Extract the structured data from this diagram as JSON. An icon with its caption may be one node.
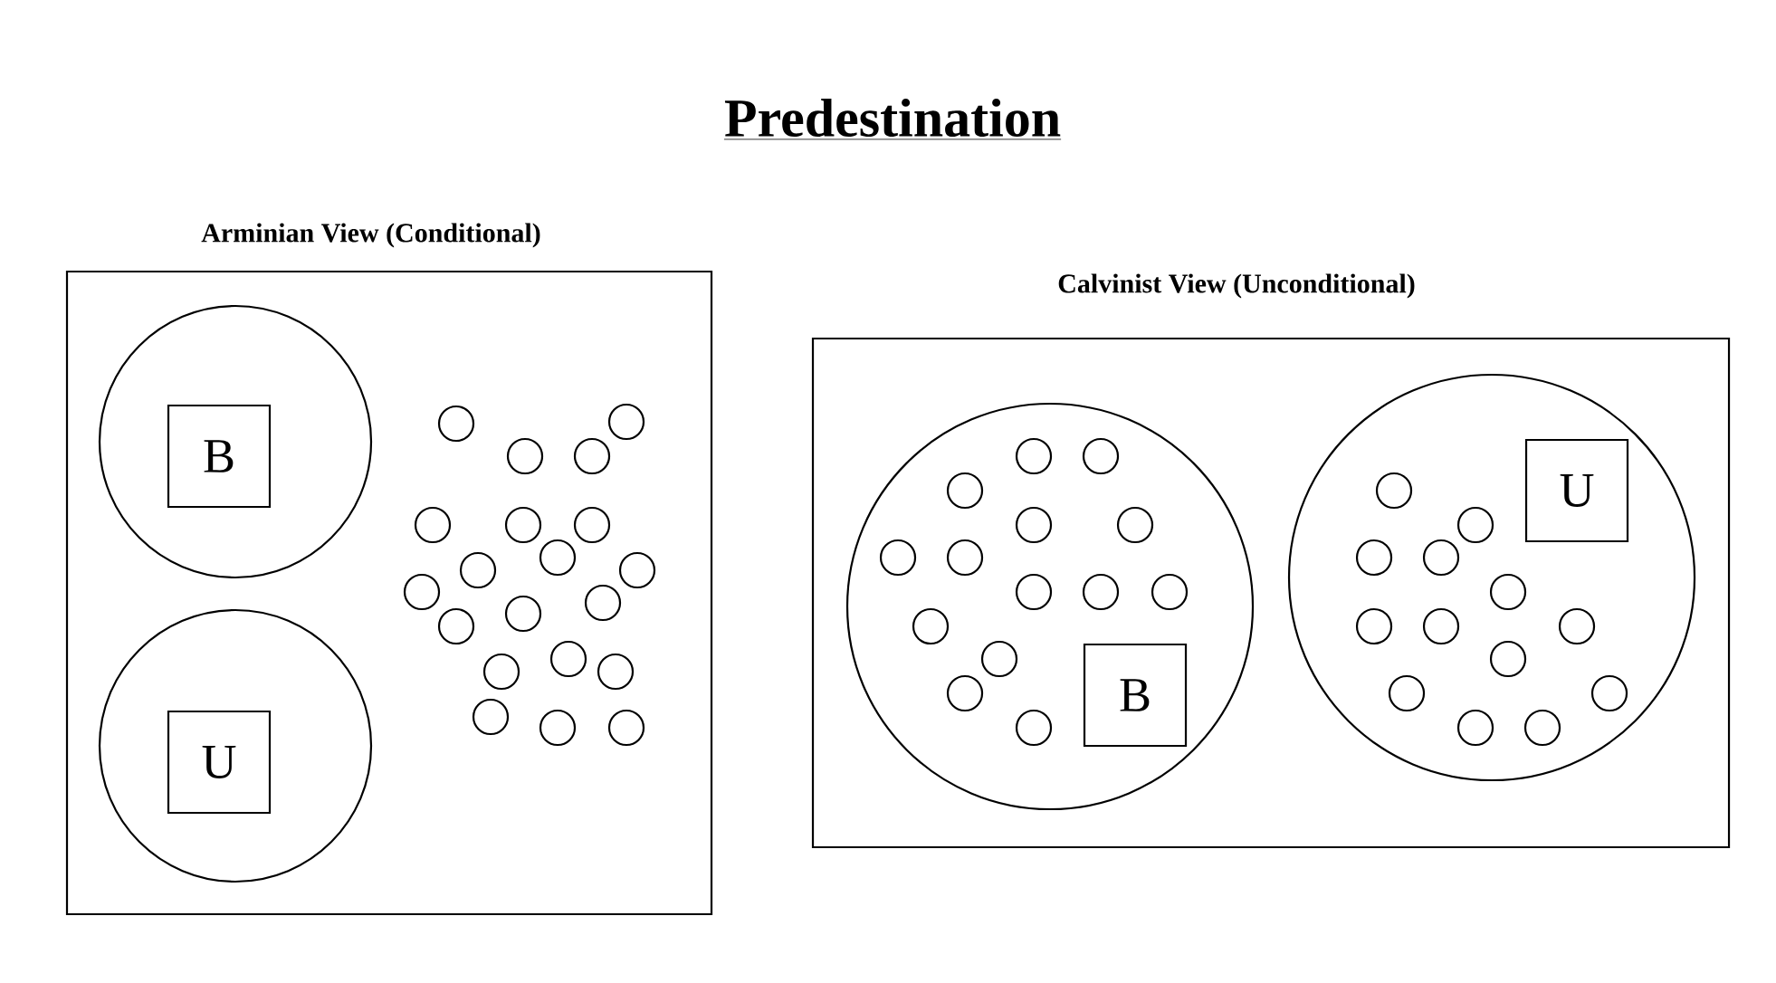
{
  "diagram": {
    "title": "Predestination",
    "nodes": [
      {
        "text": [
          "Arminian View (Conditional)"
        ]
      },
      {
        "text": [],
        "shape": "circle",
        "in": 0
      },
      {
        "text": [
          "B"
        ],
        "in": 1
      },
      {
        "text": [],
        "shape": "circle",
        "in": 0
      },
      {
        "text": [
          "U"
        ],
        "in": 3
      },
      {
        "text": [],
        "shape": "circle",
        "in": 0
      },
      {
        "text": [],
        "shape": "circle",
        "in": 0
      },
      {
        "text": [],
        "shape": "circle",
        "in": 0
      },
      {
        "text": [],
        "shape": "circle",
        "in": 0
      },
      {
        "text": [],
        "shape": "circle",
        "in": 0
      },
      {
        "text": [],
        "shape": "circle",
        "in": 0
      },
      {
        "text": [],
        "shape": "circle",
        "in": 0
      },
      {
        "text": [],
        "shape": "circle",
        "in": 0
      },
      {
        "text": [],
        "shape": "circle",
        "in": 0
      },
      {
        "text": [],
        "shape": "circle",
        "in": 0
      },
      {
        "text": [],
        "shape": "circle",
        "in": 0
      },
      {
        "text": [],
        "shape": "circle",
        "in": 0
      },
      {
        "text": [],
        "shape": "circle",
        "in": 0
      },
      {
        "text": [],
        "shape": "circle",
        "in": 0
      },
      {
        "text": [],
        "shape": "circle",
        "in": 0
      },
      {
        "text": [],
        "shape": "circle",
        "in": 0
      },
      {
        "text": [],
        "shape": "circle",
        "in": 0
      },
      {
        "text": [],
        "shape": "circle",
        "in": 0
      },
      {
        "text": [],
        "shape": "circle",
        "in": 0
      },
      {
        "text": [],
        "shape": "circle",
        "in": 0
      },
      {
        "text": [
          "Calvinist View (Unconditional)"
        ]
      },
      {
        "text": [],
        "shape": "circle",
        "in": 25
      },
      {
        "text": [
          "B"
        ],
        "in": 26
      },
      {
        "text": [],
        "shape": "circle",
        "in": 26
      },
      {
        "text": [],
        "shape": "circle",
        "in": 26
      },
      {
        "text": [],
        "shape": "circle",
        "in": 26
      },
      {
        "text": [],
        "shape": "circle",
        "in": 26
      },
      {
        "text": [],
        "shape": "circle",
        "in": 26
      },
      {
        "text": [],
        "shape": "circle",
        "in": 26
      },
      {
        "text": [],
        "shape": "circle",
        "in": 26
      },
      {
        "text": [],
        "shape": "circle",
        "in": 26
      },
      {
        "text": [],
        "shape": "circle",
        "in": 26
      },
      {
        "text": [],
        "shape": "circle",
        "in": 26
      },
      {
        "text": [],
        "shape": "circle",
        "in": 26
      },
      {
        "text": [],
        "shape": "circle",
        "in": 26
      },
      {
        "text": [],
        "shape": "circle",
        "in": 26
      },
      {
        "text": [],
        "shape": "circle",
        "in": 26
      },
      {
        "text": [],
        "shape": "circle",
        "in": 25
      },
      {
        "text": [
          "U"
        ],
        "in": 42
      },
      {
        "text": [],
        "shape": "circle",
        "in": 42
      },
      {
        "text": [],
        "shape": "circle",
        "in": 42
      },
      {
        "text": [],
        "shape": "circle",
        "in": 42
      },
      {
        "text": [],
        "shape": "circle",
        "in": 42
      },
      {
        "text": [],
        "shape": "circle",
        "in": 42
      },
      {
        "text": [],
        "shape": "circle",
        "in": 42
      },
      {
        "text": [],
        "shape": "circle",
        "in": 42
      },
      {
        "text": [],
        "shape": "circle",
        "in": 42
      },
      {
        "text": [],
        "shape": "circle",
        "in": 42
      },
      {
        "text": [],
        "shape": "circle",
        "in": 42
      },
      {
        "text": [],
        "shape": "circle",
        "in": 42
      },
      {
        "text": [],
        "shape": "circle",
        "in": 42
      },
      {
        "text": [],
        "shape": "circle",
        "in": 42
      }
    ]
  }
}
